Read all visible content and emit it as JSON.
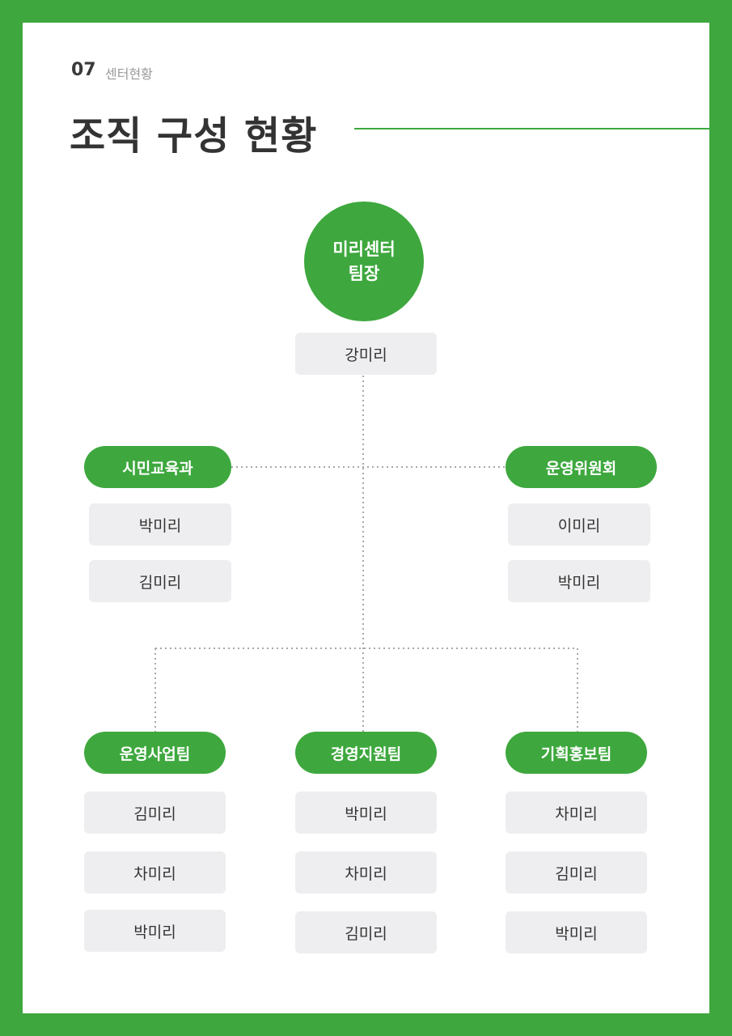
{
  "header": {
    "section_number": "07",
    "section_name": "센터현황",
    "title": "조직 구성 현황"
  },
  "org": {
    "head": {
      "role_line1": "미리센터",
      "role_line2": "팀장",
      "name": "강미리"
    },
    "left_dept": {
      "label": "시민교육과",
      "members": [
        "박미리",
        "김미리"
      ]
    },
    "right_dept": {
      "label": "운영위원회",
      "members": [
        "이미리",
        "박미리"
      ]
    },
    "teams": [
      {
        "label": "운영사업팀",
        "members": [
          "김미리",
          "차미리",
          "박미리"
        ]
      },
      {
        "label": "경영지원팀",
        "members": [
          "박미리",
          "차미리",
          "김미리"
        ]
      },
      {
        "label": "기획홍보팀",
        "members": [
          "차미리",
          "김미리",
          "박미리"
        ]
      }
    ]
  },
  "colors": {
    "brand_green": "#3ea83e",
    "name_box": "#eeeef0",
    "text_dark": "#333333",
    "connector": "#a8a8a8"
  }
}
